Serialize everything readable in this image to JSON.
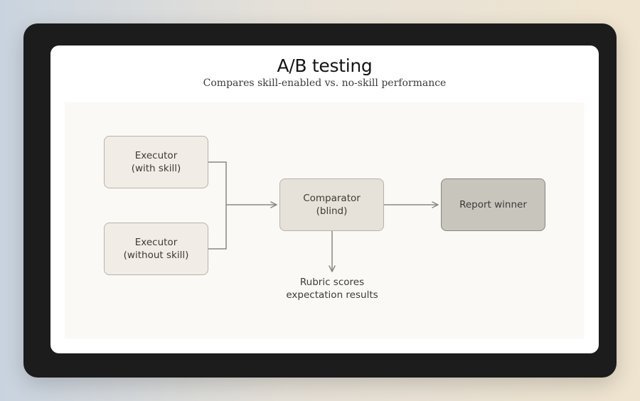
{
  "diagram": {
    "title": "A/B testing",
    "subtitle": "Compares skill-enabled vs. no-skill performance",
    "nodes": {
      "executor_with": {
        "line1": "Executor",
        "line2": "(with skill)"
      },
      "executor_without": {
        "line1": "Executor",
        "line2": "(without skill)"
      },
      "comparator": {
        "line1": "Comparator",
        "line2": "(blind)"
      },
      "report": {
        "label": "Report winner"
      }
    },
    "output_note": {
      "line1": "Rubric scores",
      "line2": "expectation results"
    },
    "edges": [
      {
        "from": "Executor (with skill)",
        "to": "Comparator (blind)"
      },
      {
        "from": "Executor (without skill)",
        "to": "Comparator (blind)"
      },
      {
        "from": "Comparator (blind)",
        "to": "Report winner"
      },
      {
        "from": "Comparator (blind)",
        "to": "Rubric scores expectation results"
      }
    ],
    "colors": {
      "node_fill": "#f1ede6",
      "node_border": "#b7b2a7",
      "comparator_fill": "#e7e2d9",
      "report_fill": "#c8c5bd",
      "edge": "#8a877f"
    }
  }
}
